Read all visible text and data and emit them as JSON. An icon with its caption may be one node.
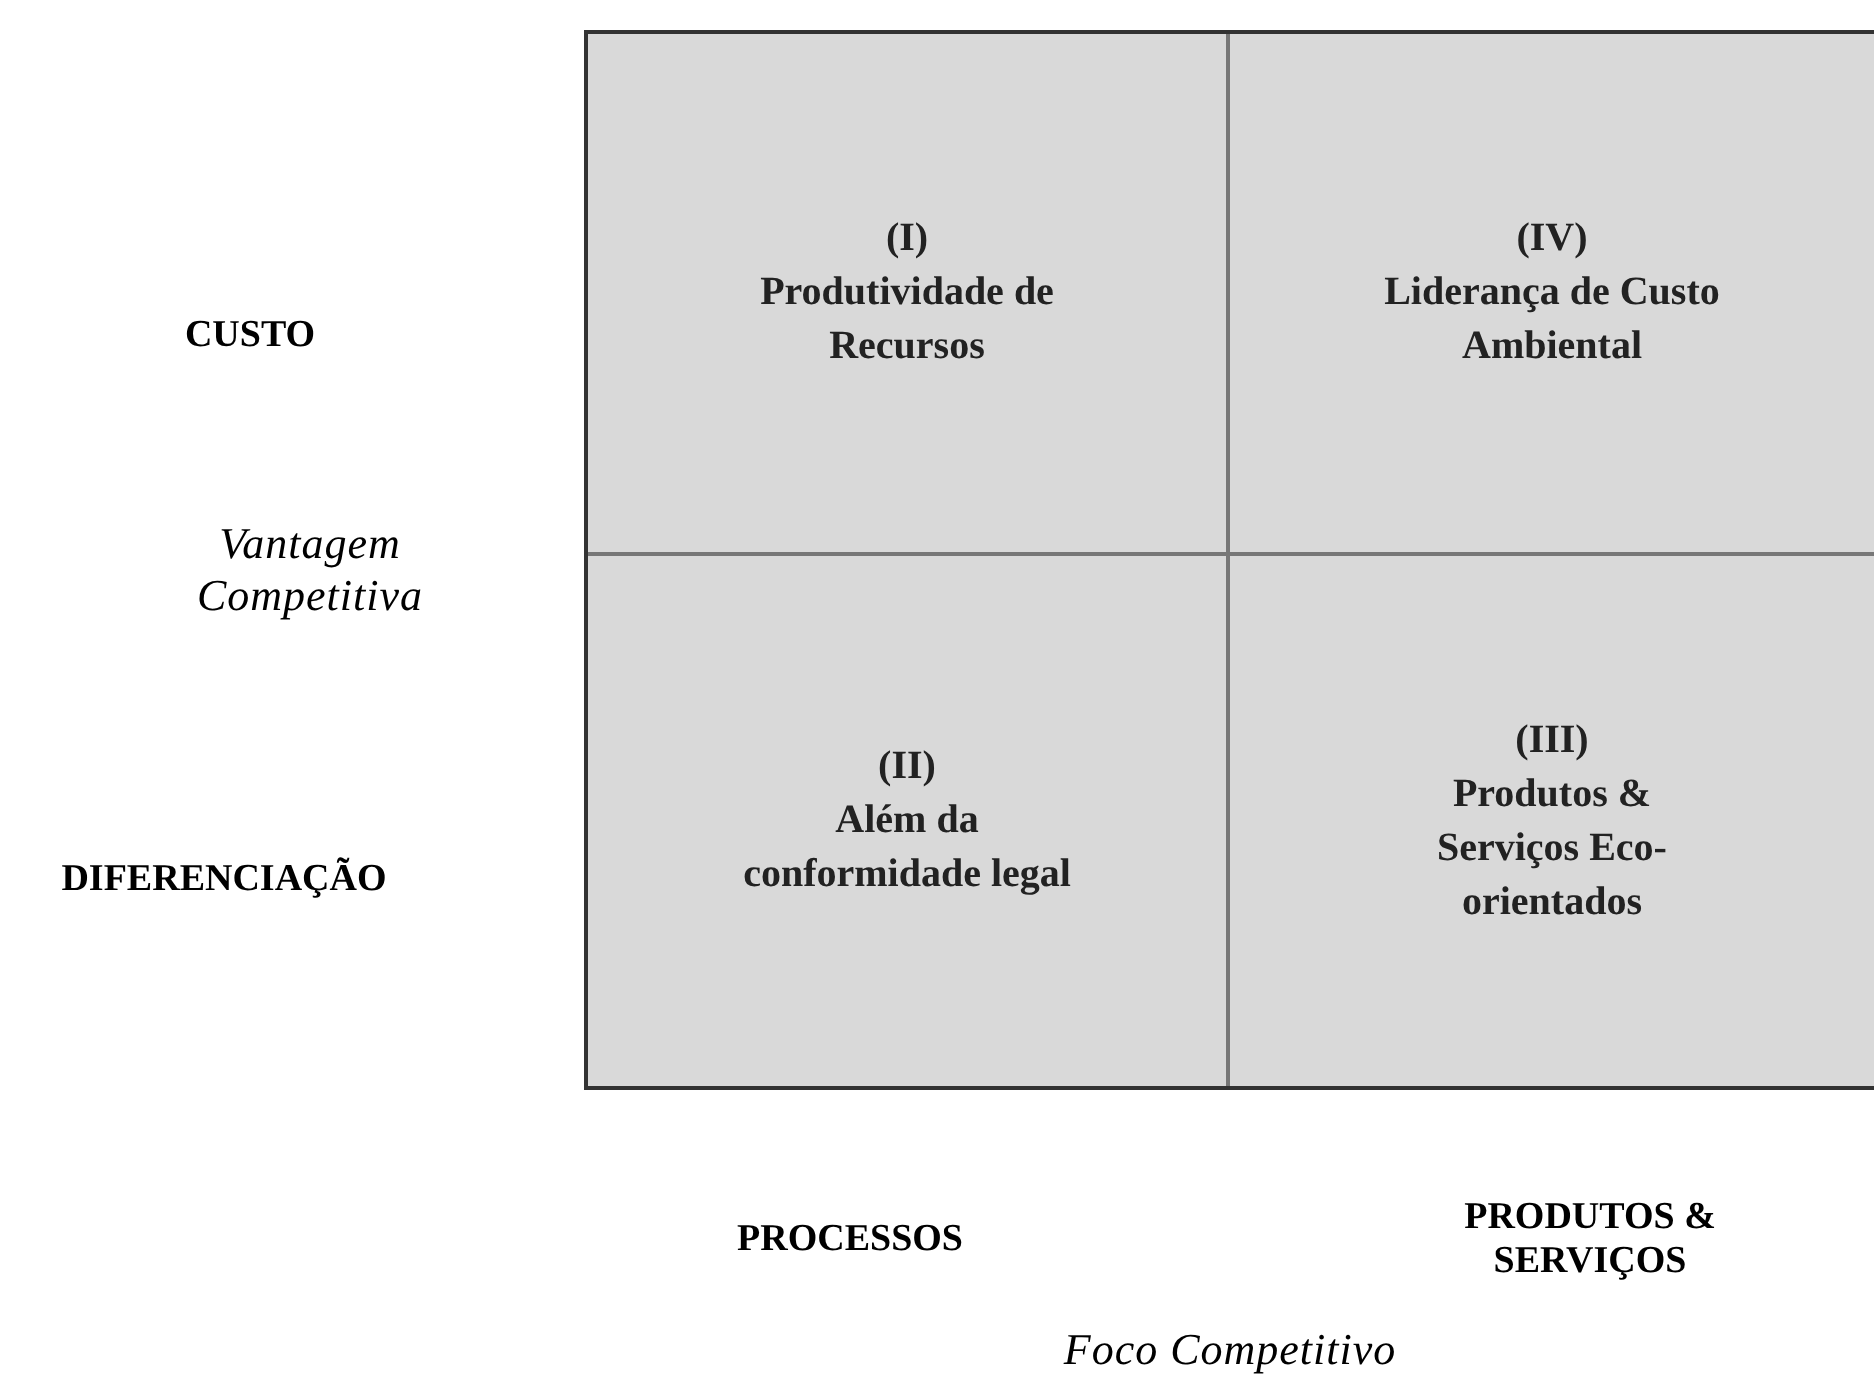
{
  "diagram": {
    "nodes": [
      {
        "text": [
          "(I)",
          "Produtividade de Recursos"
        ]
      },
      {
        "text": [
          "(IV)",
          "Liderança de Custo Ambiental"
        ]
      },
      {
        "text": [
          "(II)",
          "Além da conformidade legal"
        ]
      },
      {
        "text": [
          "(III)",
          "Produtos & Serviços Eco-orientados"
        ]
      }
    ],
    "labels": [
      "CUSTO",
      "Vantagem Competitiva",
      "DIFERENCIAÇÃO",
      "PROCESSOS",
      "PRODUTOS & SERVIÇOS",
      "Foco Competitivo"
    ]
  }
}
